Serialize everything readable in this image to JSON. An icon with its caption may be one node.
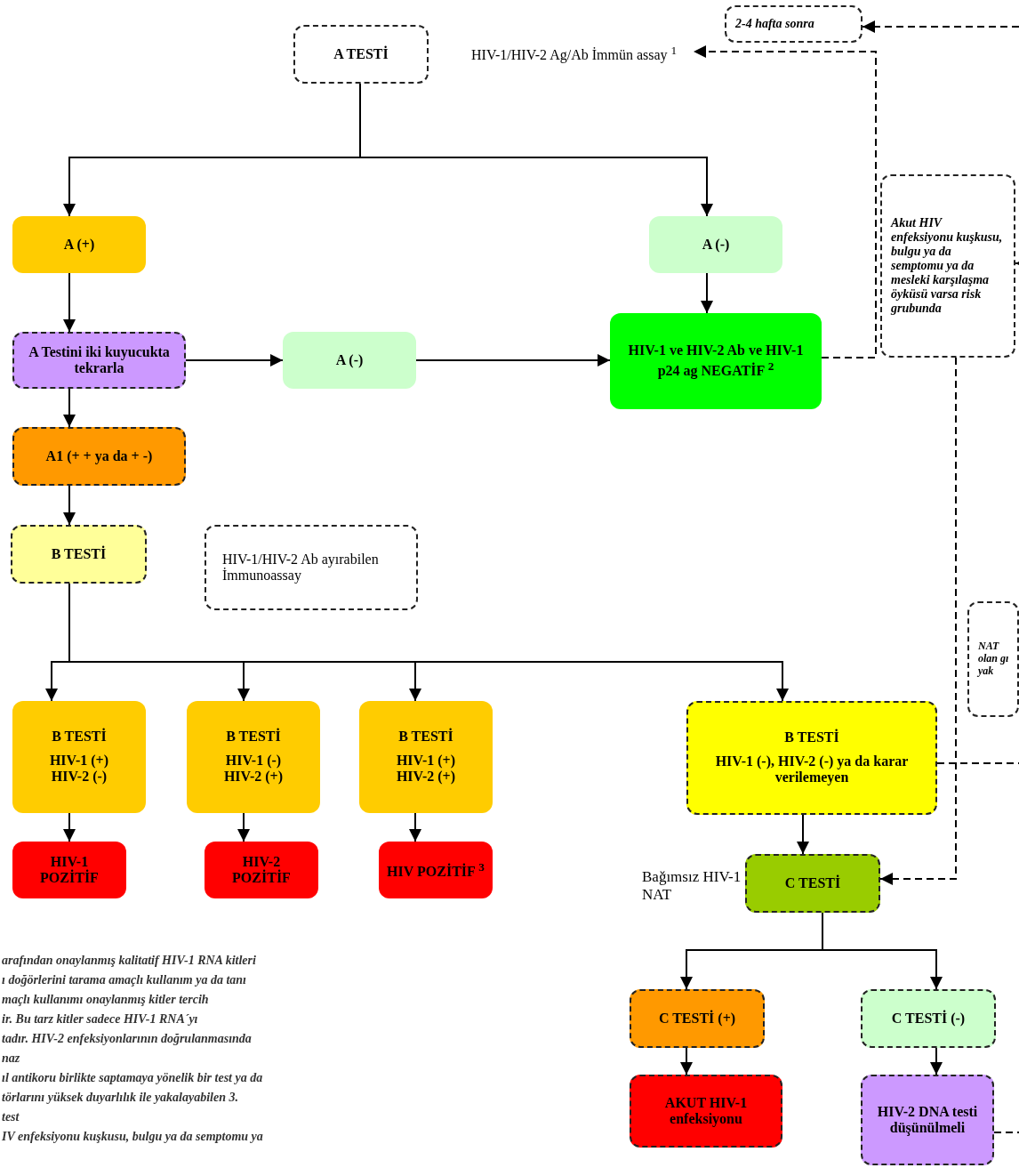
{
  "diagram": {
    "nodes": [
      {
        "text": [
          "A TESTİ"
        ]
      },
      {
        "text": [
          "HIV-1/HIV-2 Ag/Ab İmmün assay $^{1}$"
        ]
      },
      {
        "text": [
          "2-4 hafta sonra"
        ]
      },
      {
        "text": [
          "A (+)"
        ]
      },
      {
        "text": [
          "A (-)"
        ]
      },
      {
        "text": [
          "Akut HIV enfeksiyonu kuşkusu, bulgu ya da semptomu ya da mesleki karşılaşma öyküsü varsa risk grubunda"
        ]
      },
      {
        "text": [
          "A Testini iki kuyucukta tekrarla"
        ]
      },
      {
        "text": [
          "A (-)"
        ]
      },
      {
        "text": [
          "HIV-1 ve HIV-2 Ab ve HIV-1 p24 ag NEGATİF $^{2}$"
        ]
      },
      {
        "text": [
          "A1 (+ + ya da + -)"
        ]
      },
      {
        "text": [
          "B TESTİ"
        ]
      },
      {
        "text": [
          "HIV-1/HIV-2 Ab ayırabilen İmmunoassay"
        ]
      },
      {
        "text": [
          "NAT olan gı yak"
        ]
      },
      {
        "text": [
          "B TESTİ",
          "HIV-1 (+) HIV-2 (-)"
        ]
      },
      {
        "text": [
          "B TESTİ",
          "HIV-1 (-) HIV-2 (+)"
        ]
      },
      {
        "text": [
          "B TESTİ",
          "HIV-1 (+) HIV-2 (+)"
        ]
      },
      {
        "text": [
          "B TESTİ",
          "HIV-1 (-), HIV-2 (-) ya da karar verilemeyen"
        ]
      },
      {
        "text": [
          "HIV-1 POZİTİF"
        ]
      },
      {
        "text": [
          "HIV-2 POZİTİF"
        ]
      },
      {
        "text": [
          "HIV POZİTİF $^{3}$"
        ]
      },
      {
        "text": [
          "C TESTİ"
        ],
        "beside": [
          "Bağımsız HIV-1 NAT"
        ]
      },
      {
        "text": [
          "C TESTİ (+)"
        ]
      },
      {
        "text": [
          "C TESTİ (-)"
        ]
      },
      {
        "text": [
          "AKUT HIV-1 enfeksiyonu"
        ]
      },
      {
        "text": [
          "HIV-2 DNA testi düşünülmeli"
        ]
      }
    ],
    "edges": [
      {
        "from": 0,
        "to": 3,
        "arrow": "to"
      },
      {
        "from": 0,
        "to": 4,
        "arrow": "to"
      },
      {
        "from": 3,
        "to": 6,
        "arrow": "to"
      },
      {
        "from": 6,
        "to": 7,
        "arrow": "to"
      },
      {
        "from": 7,
        "to": 8,
        "arrow": "to"
      },
      {
        "from": 4,
        "to": 8,
        "arrow": "to"
      },
      {
        "from": 6,
        "to": 9,
        "arrow": "to"
      },
      {
        "from": 9,
        "to": 10,
        "arrow": "to"
      },
      {
        "from": 10,
        "to": 13,
        "arrow": "to"
      },
      {
        "from": 10,
        "to": 14,
        "arrow": "to"
      },
      {
        "from": 10,
        "to": 15,
        "arrow": "to"
      },
      {
        "from": 10,
        "to": 16,
        "arrow": "to"
      },
      {
        "from": 13,
        "to": 17,
        "arrow": "to"
      },
      {
        "from": 14,
        "to": 18,
        "arrow": "to"
      },
      {
        "from": 15,
        "to": 19,
        "arrow": "to"
      },
      {
        "from": 16,
        "to": 20,
        "arrow": "to"
      },
      {
        "from": 20,
        "to": 21,
        "arrow": "to"
      },
      {
        "from": 20,
        "to": 22,
        "arrow": "to"
      },
      {
        "from": 21,
        "to": 23,
        "arrow": "to"
      },
      {
        "from": 22,
        "to": 24,
        "arrow": "to"
      },
      {
        "from": 8,
        "to": 1,
        "arrow": "to",
        "style": "dashed"
      },
      {
        "from": null,
        "to": 2,
        "arrow": "to",
        "style": "dashed"
      },
      {
        "from": null,
        "to": 5,
        "arrow": "to",
        "style": "dashed"
      },
      {
        "from": 5,
        "to": 20,
        "arrow": "to",
        "style": "dashed"
      },
      {
        "from": 16,
        "to": null,
        "arrow": "none",
        "style": "dashed"
      },
      {
        "from": 24,
        "to": null,
        "arrow": "none",
        "style": "dashed"
      }
    ],
    "labels": [
      "arafından onaylanmış kalitatif HIV-1 RNA kitleri",
      "ı doğörlerini tarama amaçlı kullanım ya da tanı",
      "maçlı kullanımı onaylanmış kitler tercih",
      "ir. Bu tarz kitler sadece HIV-1 RNA´yı",
      "tadır. HIV-2 enfeksiyonlarının doğrulanmasında",
      "naz",
      "ıl antikoru birlikte saptamaya yönelik bir test ya da",
      "törlarını yüksek duyarlılık ile yakalayabilen 3.",
      "test",
      "IV enfeksiyonu kuşkusu, bulgu ya da semptomu ya"
    ]
  }
}
